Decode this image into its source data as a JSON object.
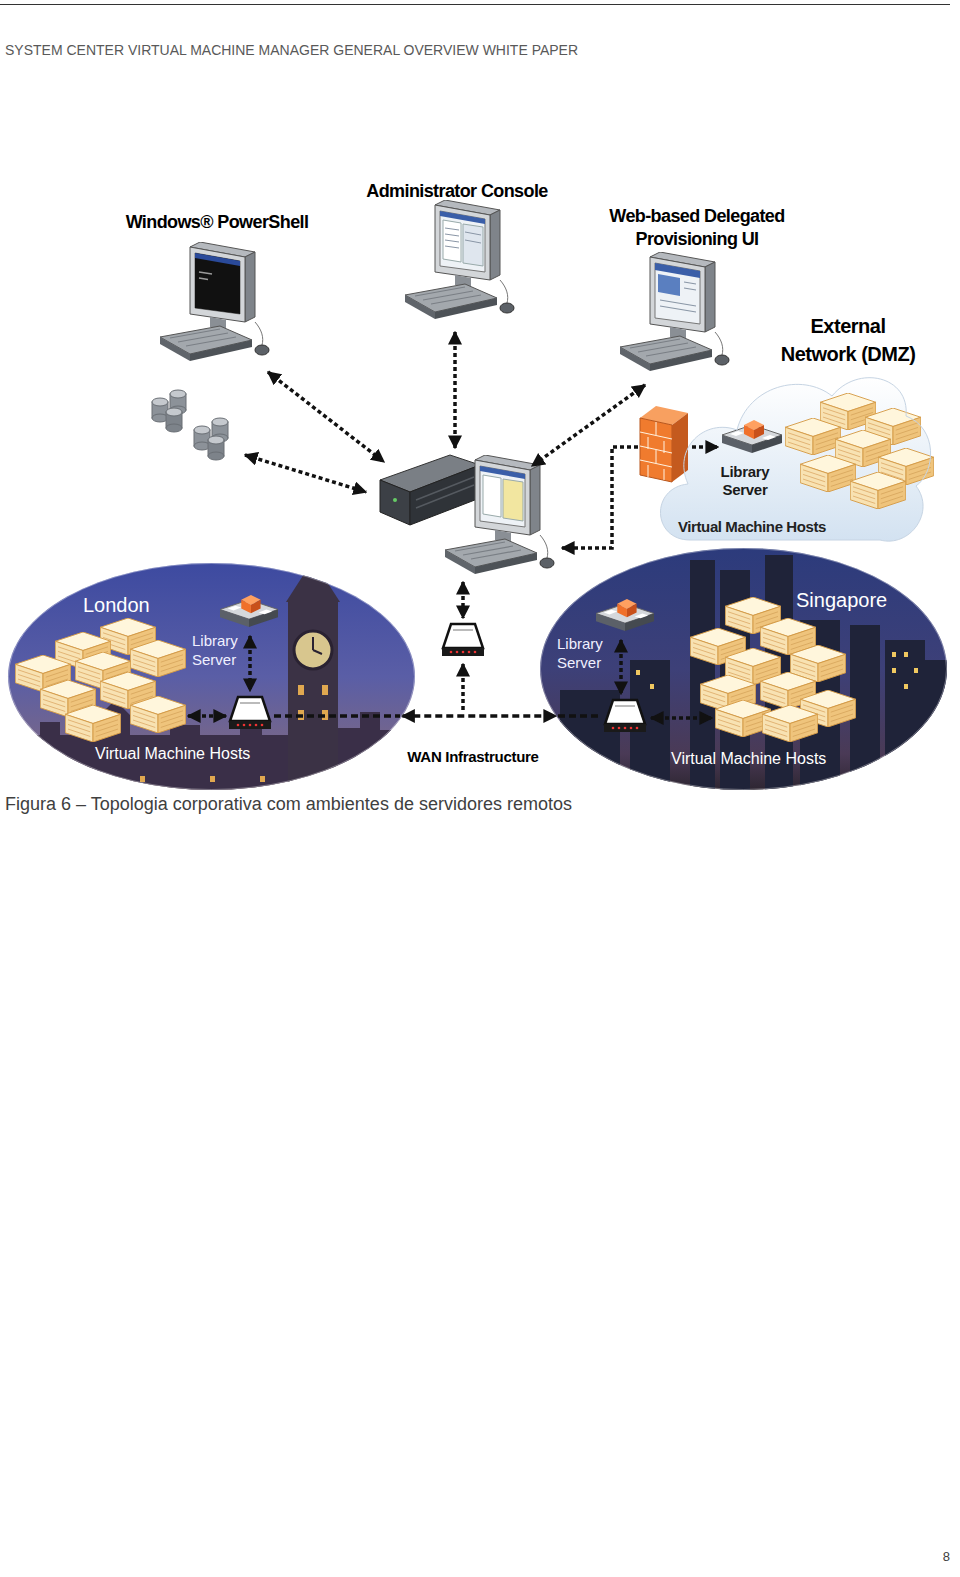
{
  "diagram": {
    "caption": "Figura 6 – Topologia corporativa com ambientes de servidores remotos",
    "nodes": [
      {
        "text": [
          "Windows® PowerShell"
        ]
      },
      {
        "text": [
          "Administrator Console"
        ]
      },
      {
        "text": [
          "Web-based Delegated Provisioning UI"
        ]
      },
      {
        "text": [
          "External Network (DMZ)"
        ]
      },
      {
        "text": [
          "Library Server"
        ],
        "in": 3
      },
      {
        "text": [
          "Virtual Machine Hosts"
        ],
        "in": 3
      },
      {
        "text": [
          "London"
        ]
      },
      {
        "text": [
          "Library Server"
        ],
        "in": 6
      },
      {
        "text": [
          "Virtual Machine Hosts"
        ],
        "in": 6
      },
      {
        "text": [
          "Singapore"
        ]
      },
      {
        "text": [
          "Library Server"
        ],
        "in": 9
      },
      {
        "text": [
          "Virtual Machine Hosts"
        ],
        "in": 9
      }
    ],
    "edges": [
      {
        "from": 6,
        "to": 9,
        "arrow": "both"
      }
    ],
    "labels": [
      "SYSTEM CENTER VIRTUAL MACHINE MANAGER GENERAL OVERVIEW WHITE PAPER",
      "WAN Infrastructure",
      "8"
    ]
  }
}
